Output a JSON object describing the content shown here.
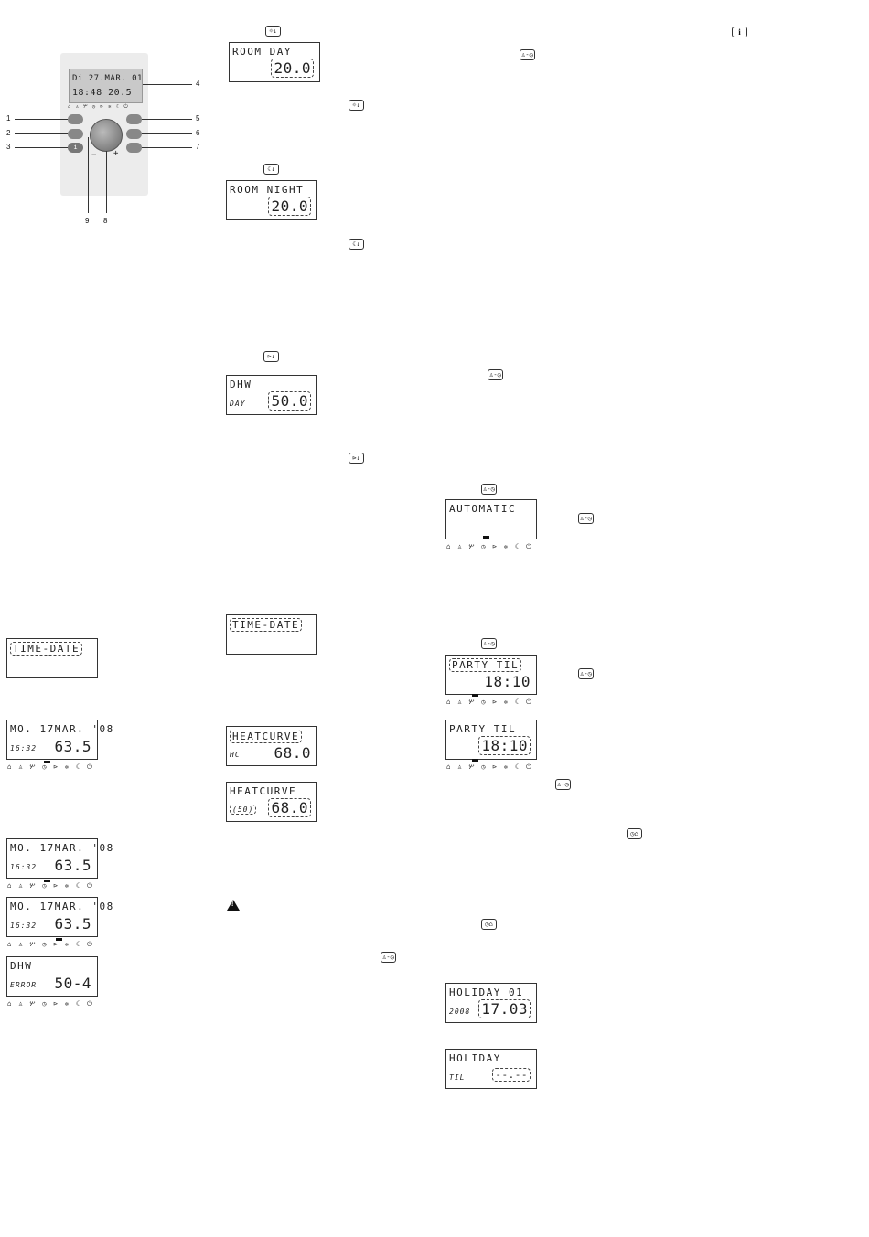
{
  "device": {
    "screen_line1": "Di 27.MAR. 01",
    "screen_line2": "18:48    20.5",
    "callouts": [
      "1",
      "2",
      "3",
      "4",
      "5",
      "6",
      "7",
      "8",
      "9"
    ],
    "dial_minus": "−",
    "dial_plus": "+",
    "info_glyph": "i"
  },
  "symbols": "⌂ ♙ ሦ ◷ ⊳ ✲ ☾ ⏻",
  "keys": {
    "sun_temp": "☼↓",
    "moon_temp": "☾↓",
    "tap_temp": "⊳↓",
    "mode": "♙-◷",
    "info": "i",
    "holiday": "◷⌂"
  },
  "lcds": {
    "room_day": {
      "l1": "ROOM DAY",
      "big": "20.0"
    },
    "room_night": {
      "l1": "ROOM NIGHT",
      "big": "20.0"
    },
    "dhw_day": {
      "l1": "DHW",
      "l2": "DAY",
      "big": "50.0"
    },
    "time_date_mid": {
      "l1": "TIME-DATE"
    },
    "heatcurve_hc": {
      "l1": "HEATCURVE",
      "l2": "HC",
      "big": "68.0"
    },
    "heatcurve_50": {
      "l1": "HEATCURVE",
      "l2": "(50)",
      "big": "68.0"
    },
    "time_date_left": {
      "l1": "TIME-DATE"
    },
    "status1": {
      "l1": "MO. 17MAR. '08",
      "l2": "16:32",
      "big": "63.5"
    },
    "status2": {
      "l1": "MO. 17MAR. '08",
      "l2": "16:32",
      "big": "63.5"
    },
    "status3": {
      "l1": "MO. 17MAR. '08",
      "l2": "16:32",
      "big": "63.5"
    },
    "dhw_error": {
      "l1": "DHW",
      "l2": "ERROR",
      "big": "50-4"
    },
    "automatic": {
      "l1": "AUTOMATIC"
    },
    "party1": {
      "l1": "PARTY TIL",
      "big": "18:10"
    },
    "party2": {
      "l1": "PARTY TIL",
      "big": "18:10"
    },
    "holiday1": {
      "l1": "HOLIDAY  01",
      "l2": "2008",
      "big": "17.03"
    },
    "holiday2": {
      "l1": "HOLIDAY",
      "l2": "TIL",
      "big": "--.--"
    }
  }
}
